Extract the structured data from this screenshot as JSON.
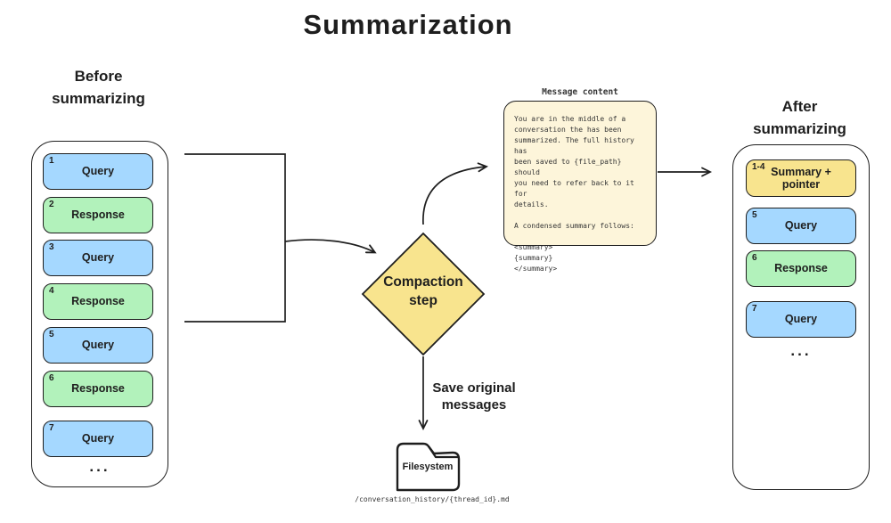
{
  "title": "Summarization",
  "palette": {
    "blue": "#a5d8ff",
    "green": "#b2f2bb",
    "yellow": "#f8e48e",
    "note_bg": "#fdf5da",
    "stroke": "#1e1e1e",
    "canvas_bg": "#ffffff"
  },
  "before": {
    "label": "Before\nsummarizing",
    "items": [
      {
        "num": "1",
        "label": "Query",
        "color": "blue"
      },
      {
        "num": "2",
        "label": "Response",
        "color": "green"
      },
      {
        "num": "3",
        "label": "Query",
        "color": "blue"
      },
      {
        "num": "4",
        "label": "Response",
        "color": "green"
      },
      {
        "num": "5",
        "label": "Query",
        "color": "blue"
      },
      {
        "num": "6",
        "label": "Response",
        "color": "green"
      },
      {
        "num": "7",
        "label": "Query",
        "color": "blue"
      }
    ],
    "ellipsis": "..."
  },
  "after": {
    "label": "After\nsummarizing",
    "items": [
      {
        "num": "1-4",
        "label": "Summary + pointer",
        "color": "yellow"
      },
      {
        "num": "5",
        "label": "Query",
        "color": "blue"
      },
      {
        "num": "6",
        "label": "Response",
        "color": "green"
      },
      {
        "num": "7",
        "label": "Query",
        "color": "blue"
      }
    ],
    "ellipsis": "..."
  },
  "diamond": {
    "label": "Compaction\nstep"
  },
  "note": {
    "title": "Message content",
    "body": "You are in the middle of a\nconversation the has been\nsummarized. The full history has\nbeen saved to {file_path} should\nyou need to refer back to it for\ndetails.\n\nA condensed summary follows:\n\n<summary>\n{summary}\n</summary>"
  },
  "save_label": "Save original\nmessages",
  "filesystem": {
    "label": "Filesystem",
    "path": "/conversation_history/{thread_id}.md"
  }
}
